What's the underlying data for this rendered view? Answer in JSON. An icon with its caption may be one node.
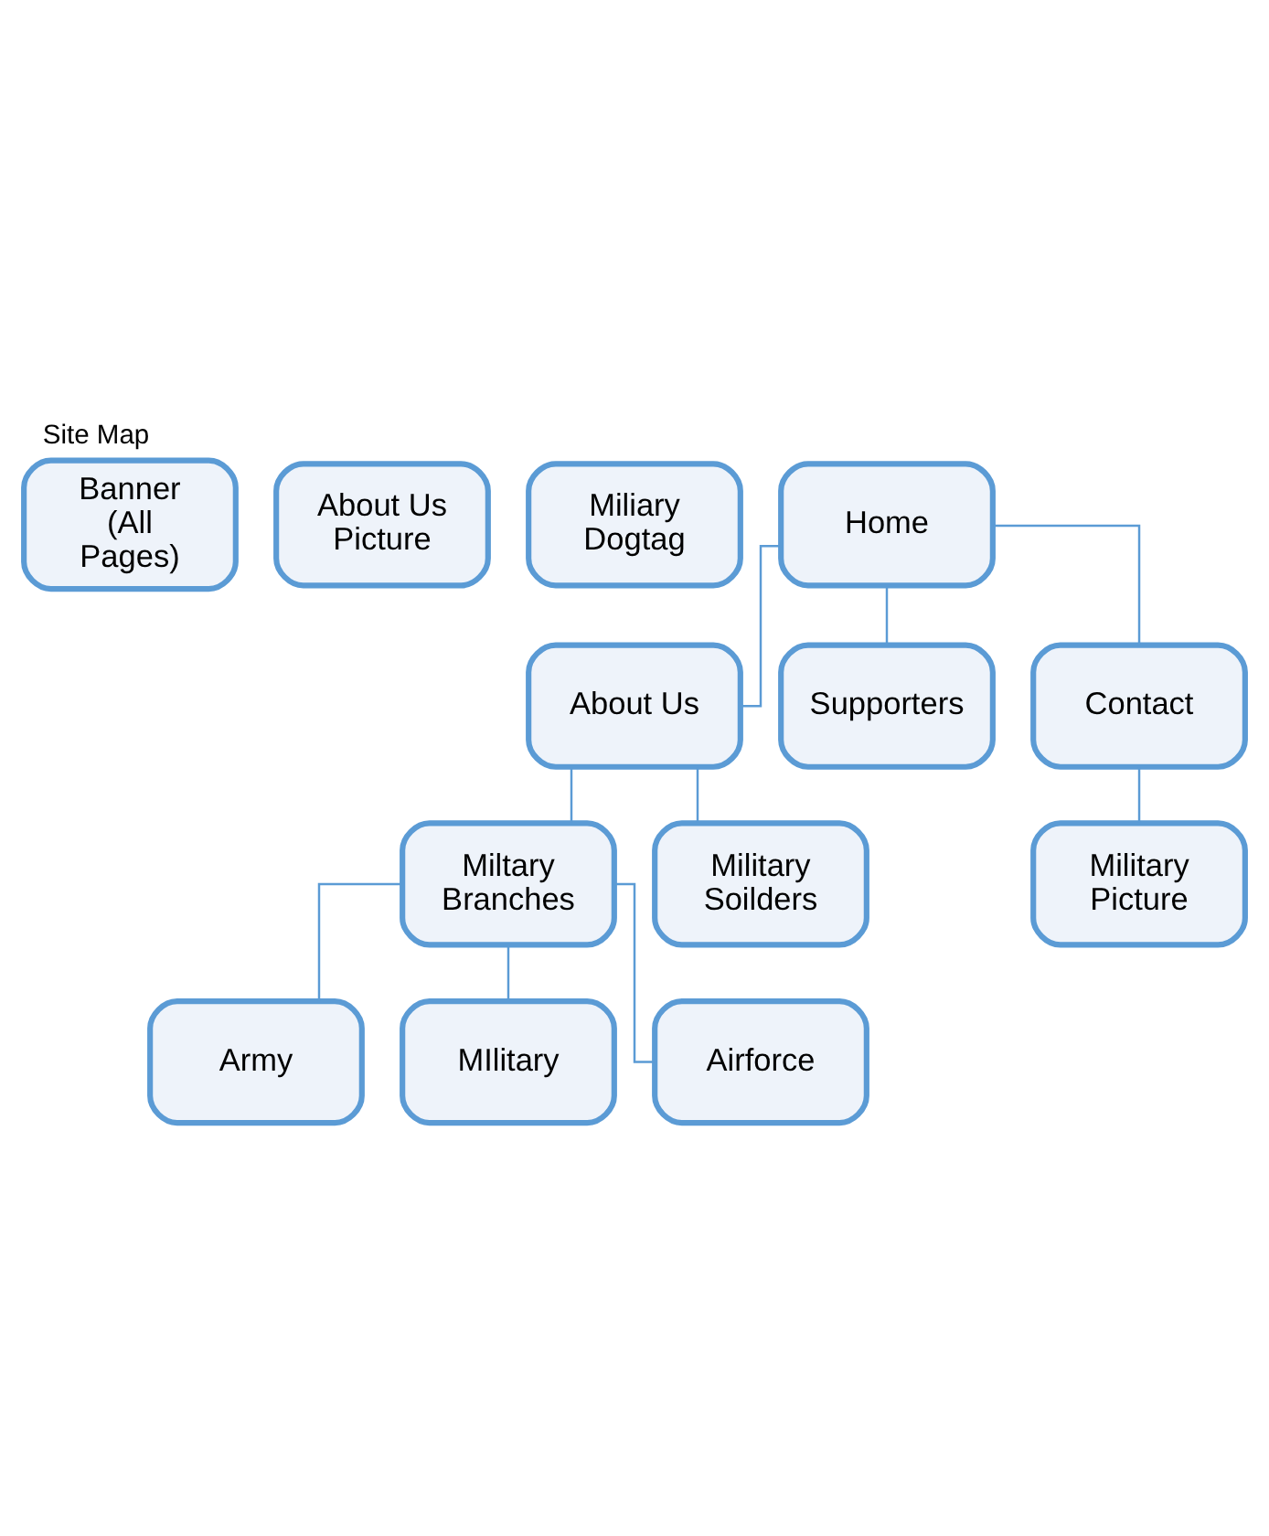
{
  "diagram": {
    "title": "Site Map",
    "nodes": [
      {
        "text": [
          "Banner (All Pages)"
        ]
      },
      {
        "text": [
          "About Us Picture"
        ]
      },
      {
        "text": [
          "Miliary Dogtag"
        ]
      },
      {
        "text": [
          "Home"
        ]
      },
      {
        "text": [
          "About Us"
        ]
      },
      {
        "text": [
          "Supporters"
        ]
      },
      {
        "text": [
          "Contact"
        ]
      },
      {
        "text": [
          "Miltary Branches"
        ]
      },
      {
        "text": [
          "Military Soilders"
        ]
      },
      {
        "text": [
          "Military Picture"
        ]
      },
      {
        "text": [
          "Army"
        ]
      },
      {
        "text": [
          "MIlitary"
        ]
      },
      {
        "text": [
          "Airforce"
        ]
      }
    ],
    "edges": [
      {
        "from": 3,
        "to": 4,
        "arrow": "none"
      },
      {
        "from": 3,
        "to": 5,
        "arrow": "none"
      },
      {
        "from": 3,
        "to": 6,
        "arrow": "none"
      },
      {
        "from": 4,
        "to": 7,
        "arrow": "none"
      },
      {
        "from": 4,
        "to": 8,
        "arrow": "none"
      },
      {
        "from": 6,
        "to": 9,
        "arrow": "none"
      },
      {
        "from": 7,
        "to": 10,
        "arrow": "none"
      },
      {
        "from": 7,
        "to": 11,
        "arrow": "none"
      },
      {
        "from": 7,
        "to": 12,
        "arrow": "none"
      }
    ]
  }
}
